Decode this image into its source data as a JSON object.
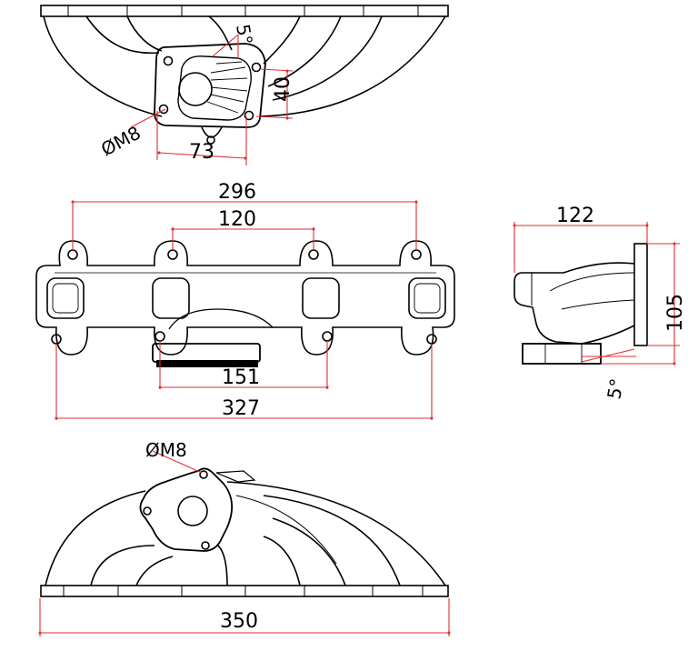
{
  "top_view": {
    "angle": "5°",
    "flange_height": "40",
    "flange_width": "73",
    "bolt": "ØM8"
  },
  "front_view": {
    "outer_port_spacing": "296",
    "inner_port_spacing": "120",
    "flange_width": "151",
    "overall_bolt_span": "327"
  },
  "side_view": {
    "depth": "122",
    "height": "105",
    "angle": "5°"
  },
  "bottom_view": {
    "bolt": "ØM8",
    "overall_length": "350"
  },
  "colors": {
    "dimension_line": "#e0302f",
    "outline": "#000000",
    "background": "#ffffff"
  }
}
